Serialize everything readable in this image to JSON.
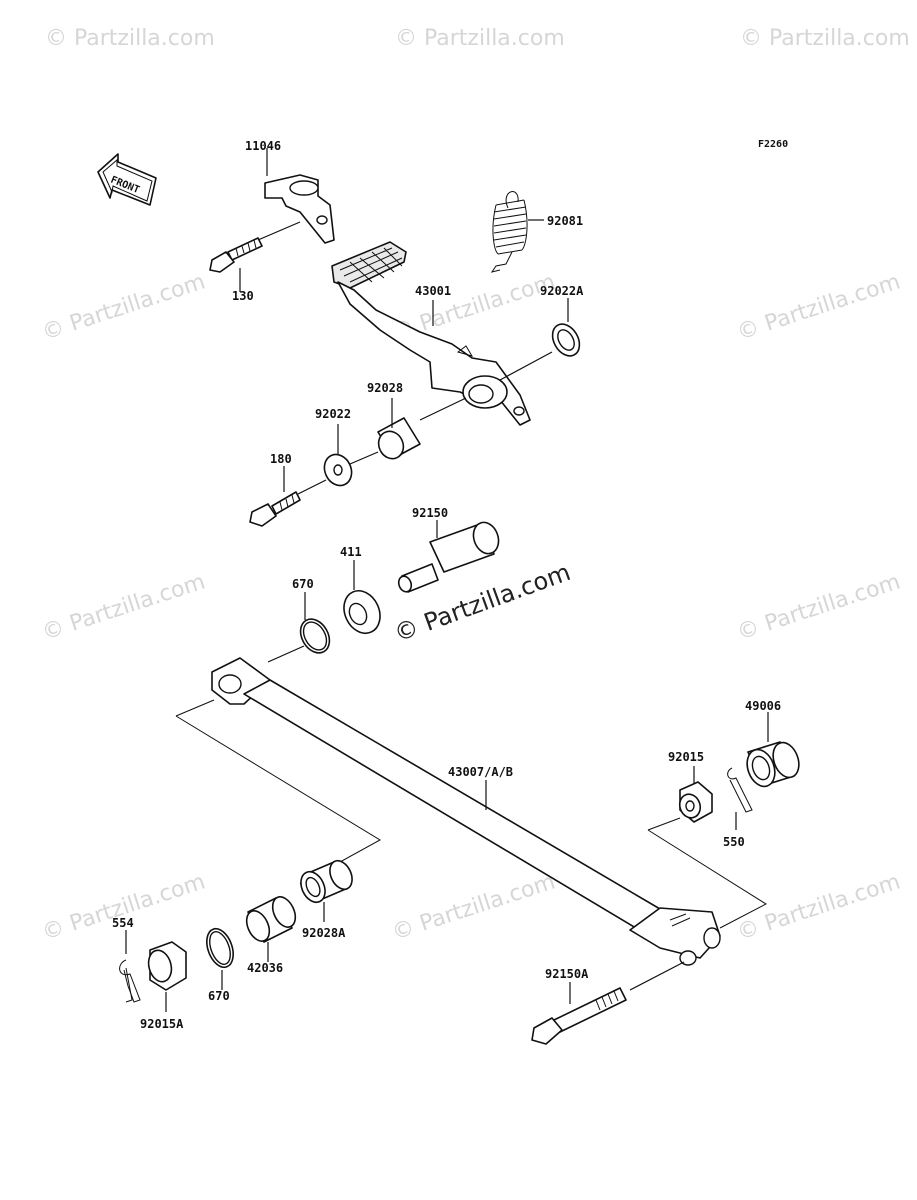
{
  "diagram": {
    "figure_code": "F2260",
    "front_label": "FRONT",
    "watermark_text": "© Partzilla.com",
    "parts": {
      "p11046": "11046",
      "p130": "130",
      "p92081": "92081",
      "p43001": "43001",
      "p92022A": "92022A",
      "p92028": "92028",
      "p92022": "92022",
      "p180": "180",
      "p92150": "92150",
      "p411": "411",
      "p670a": "670",
      "p49006": "49006",
      "p92015": "92015",
      "p43007": "43007/A/B",
      "p550": "550",
      "p554": "554",
      "p92015A": "92015A",
      "p670b": "670",
      "p42036": "42036",
      "p92028A": "92028A",
      "p92150A": "92150A"
    }
  }
}
